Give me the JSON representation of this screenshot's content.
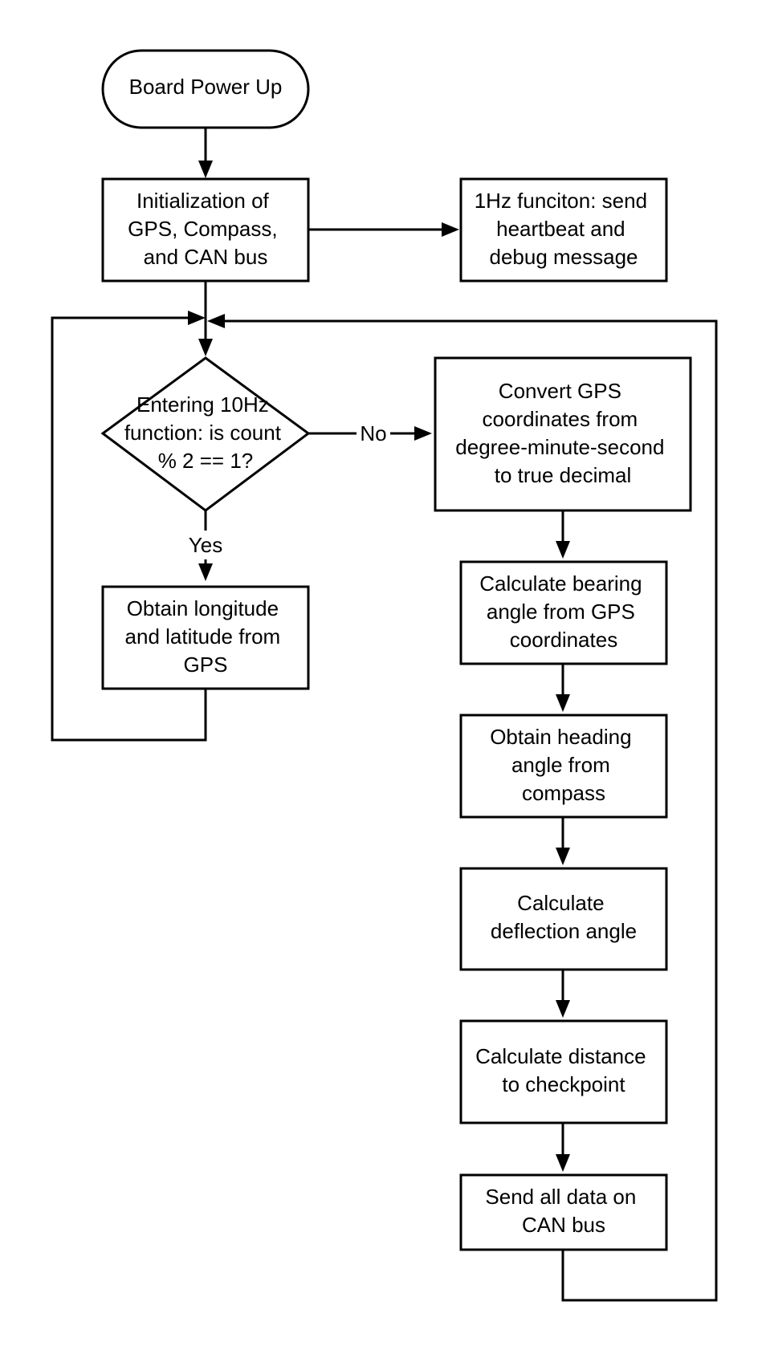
{
  "nodes": {
    "start": [
      "Board Power Up"
    ],
    "init": [
      "Initialization of",
      "GPS, Compass,",
      "and CAN bus"
    ],
    "heartbeat": [
      "1Hz funciton: send",
      "heartbeat and",
      "debug message"
    ],
    "decision": [
      "Entering 10Hz",
      "function: is count",
      "% 2 == 1?"
    ],
    "convert": [
      "Convert GPS",
      "coordinates from",
      "degree-minute-second",
      "to true decimal"
    ],
    "obtain_gps": [
      "Obtain longitude",
      "and latitude from",
      "GPS"
    ],
    "bearing": [
      "Calculate bearing",
      "angle from GPS",
      "coordinates"
    ],
    "heading": [
      "Obtain heading",
      "angle from",
      "compass"
    ],
    "deflection": [
      "Calculate",
      "deflection angle"
    ],
    "distance": [
      "Calculate distance",
      "to checkpoint"
    ],
    "send": [
      "Send all data on",
      "CAN bus"
    ]
  },
  "edge_labels": {
    "no": "No",
    "yes": "Yes"
  }
}
